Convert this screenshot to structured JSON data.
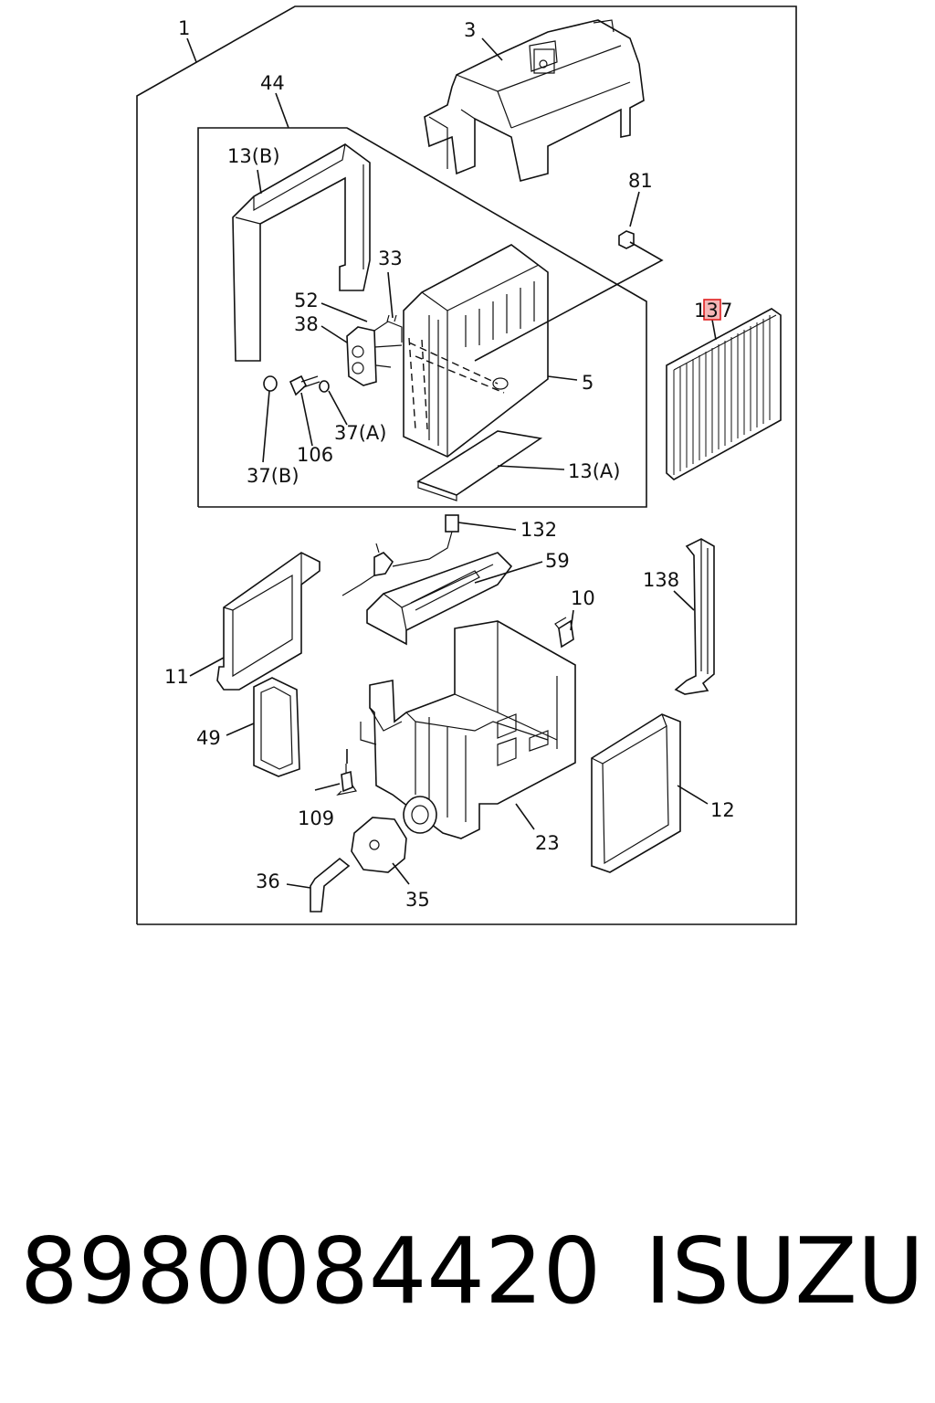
{
  "callouts": {
    "c1": "1",
    "c3": "3",
    "c44": "44",
    "c13b": "13(B)",
    "c81": "81",
    "c33": "33",
    "c52": "52",
    "c38": "38",
    "c5": "5",
    "c137a": "13",
    "c137b": "7",
    "c37a": "37(A)",
    "c106": "106",
    "c37b": "37(B)",
    "c13a": "13(A)",
    "c132": "132",
    "c59": "59",
    "c10": "10",
    "c138": "138",
    "c11": "11",
    "c49": "49",
    "c109": "109",
    "c23": "23",
    "c12": "12",
    "c36": "36",
    "c35": "35"
  },
  "caption": {
    "part_number": "8980084420",
    "brand": "ISUZU"
  },
  "colors": {
    "line": "#111111",
    "highlight": "#e02020",
    "highlight_fill": "#f4b6b6"
  }
}
